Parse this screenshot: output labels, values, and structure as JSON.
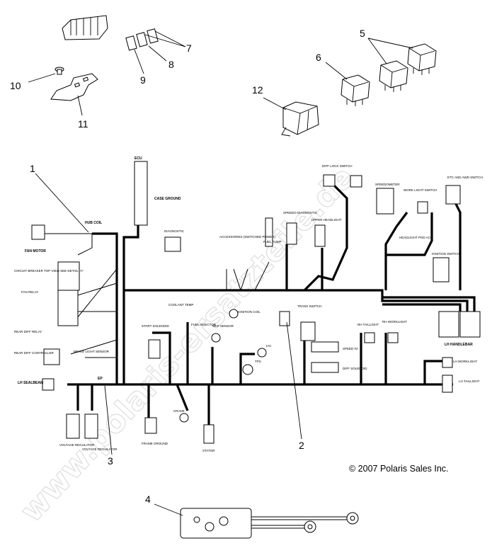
{
  "callouts": [
    "1",
    "2",
    "3",
    "4",
    "5",
    "6",
    "7",
    "8",
    "9",
    "10",
    "11",
    "12"
  ],
  "copyright": "© 2007 Polaris Sales Inc.",
  "watermark": "www.polaris-ersatzteile.de",
  "harness_labels": {
    "ecu": "ECU",
    "hub_coil": "HUB COIL",
    "fan_motor": "FAN MOTOR",
    "circuit_breaker": "CIRCUIT BREAKER TOP VIEW SEE DETAIL \"A\"",
    "fan_relay": "FAN RELAY",
    "rear_diff": "REAR DIFF RELAY",
    "rear_diff_controller": "REAR DIFF CONTROLLER",
    "brake_light": "BRAKE LIGHT SENSOR",
    "lh_sealbeam": "LH SEALBEAM",
    "ep": "EP",
    "voltage_reg_1": "VOLTAGE REGULATOR",
    "voltage_reg_2": "VOLTAGE REGULATOR",
    "case_ground": "CASE GROUND",
    "diagnostic": "DIAGNOSTIC",
    "accessories": "ACCESSORIES (SWITCHED POWER)",
    "fuel_pump": "FUEL PUMP",
    "speedo_diag": "SPEEDO DIAGNOSTIC",
    "upper_headlight": "UPPER HEADLIGHT",
    "diff_lock": "DIFF LOCK SWITCH",
    "speedo": "SPEEDOMETER",
    "work_light_switch": "WORK LIGHT SWITCH",
    "etc_awd": "ETC AND AWD SWITCH",
    "headlight_pod": "HEADLIGHT POD ACC",
    "ignition_switch": "IGNITION SWITCH",
    "lh_handlebar": "LH HANDLEBAR",
    "coolant_temp": "COOLANT TEMP",
    "start_solenoid": "START SOLENOID",
    "fuel_injector": "FUEL INJECTOR",
    "map_sensor": "MAP SENSOR",
    "ignition_coil": "IGNITION COIL",
    "trans_switch": "TRANS SWITCH",
    "iac": "IAC",
    "tps": "TPS",
    "speed2": "SPEED #2",
    "diff_solenoid": "DIFF SOLENOID",
    "rh_taillight": "RH TAILLIGHT",
    "rh_worklight": "RH WORKLIGHT",
    "lh_worklight": "LH WORKLIGHT",
    "lh_taillight": "LH TAILLIGHT",
    "crank": "CRANK",
    "frame_ground": "FRAME GROUND",
    "stator": "STATOR"
  }
}
